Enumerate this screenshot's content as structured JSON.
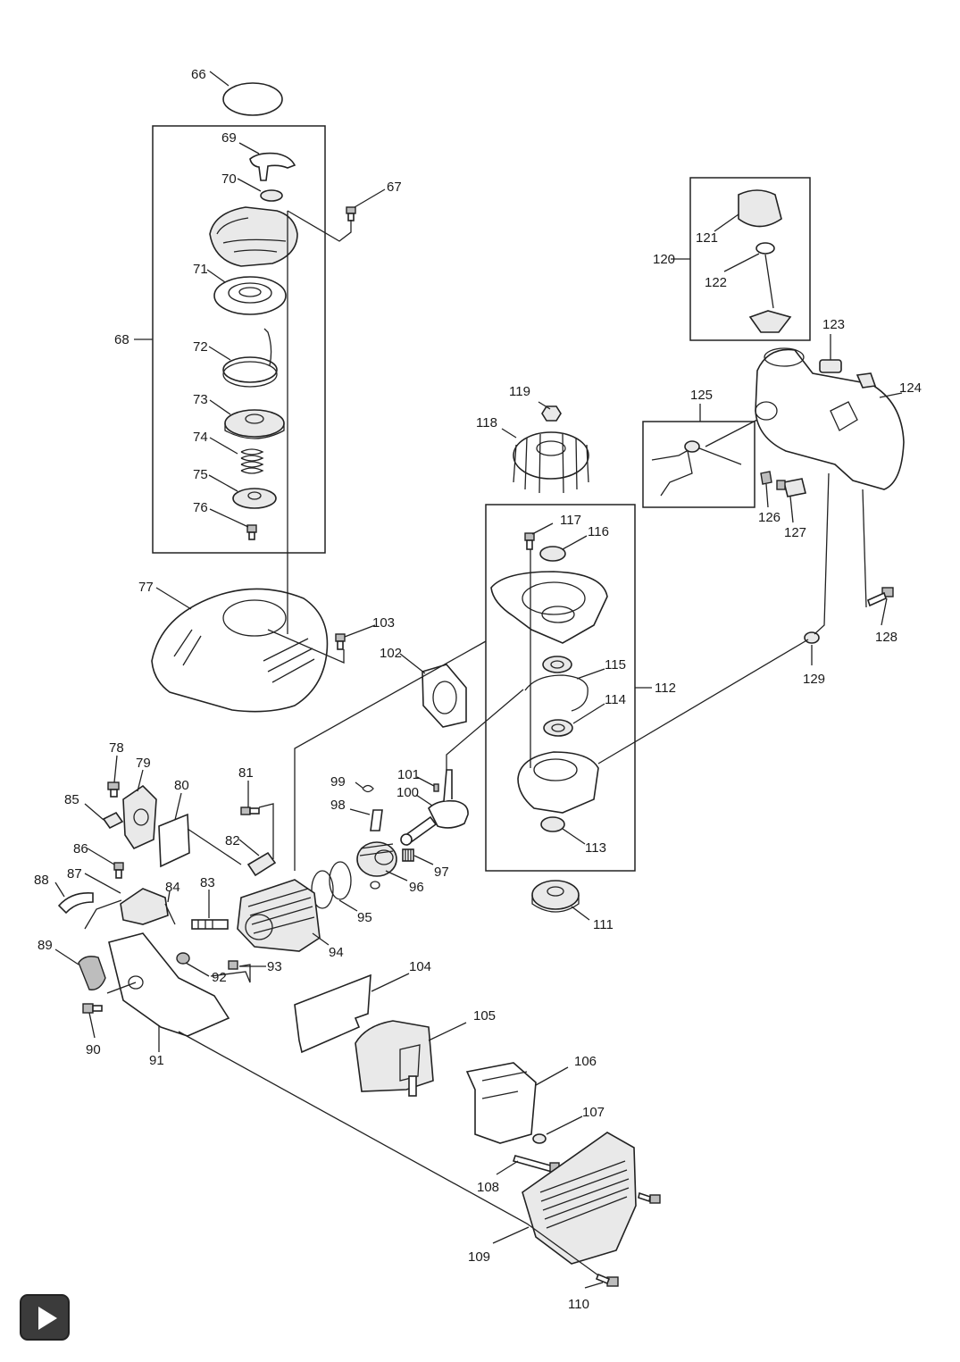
{
  "diagram": {
    "labels": {
      "p66": "66",
      "p67": "67",
      "p68": "68",
      "p69": "69",
      "p70": "70",
      "p71": "71",
      "p72": "72",
      "p73": "73",
      "p74": "74",
      "p75": "75",
      "p76": "76",
      "p77": "77",
      "p78": "78",
      "p79": "79",
      "p80": "80",
      "p81": "81",
      "p82": "82",
      "p83": "83",
      "p84": "84",
      "p85": "85",
      "p86": "86",
      "p87": "87",
      "p88": "88",
      "p89": "89",
      "p90": "90",
      "p91": "91",
      "p92": "92",
      "p93": "93",
      "p94": "94",
      "p95": "95",
      "p96": "96",
      "p97": "97",
      "p98": "98",
      "p99": "99",
      "p100": "100",
      "p101": "101",
      "p102": "102",
      "p103": "103",
      "p104": "104",
      "p105": "105",
      "p106": "106",
      "p107": "107",
      "p108": "108",
      "p109": "109",
      "p110": "110",
      "p111": "111",
      "p112": "112",
      "p113": "113",
      "p114": "114",
      "p115": "115",
      "p116": "116",
      "p117": "117",
      "p118": "118",
      "p119": "119",
      "p120": "120",
      "p121": "121",
      "p122": "122",
      "p123": "123",
      "p124": "124",
      "p125": "125",
      "p126": "126",
      "p127": "127",
      "p128": "128",
      "p129": "129"
    }
  },
  "controls": {
    "play_icon": "play-icon",
    "play_button_color": "#3b3b3b"
  }
}
